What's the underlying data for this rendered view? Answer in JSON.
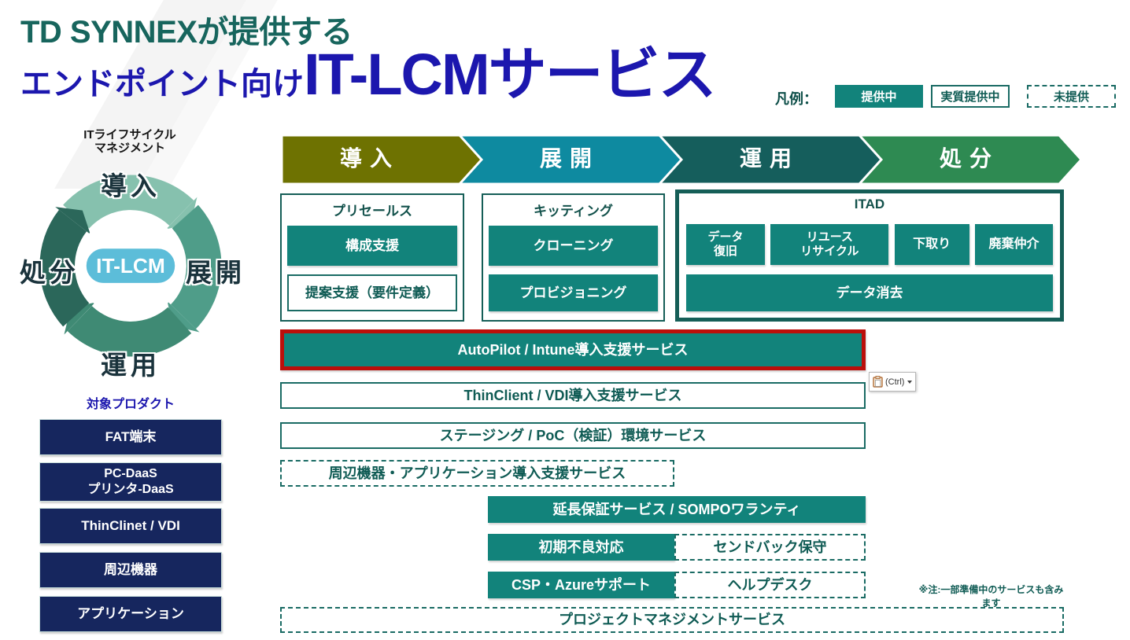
{
  "title": {
    "prefix": "TD SYNNEXが提供する",
    "sub": "エンドポイント向け",
    "main": "IT-LCMサービス"
  },
  "legend": {
    "label": "凡例：",
    "items": [
      {
        "label": "提供中",
        "status": "available"
      },
      {
        "label": "実質提供中",
        "status": "effectively-available"
      },
      {
        "label": "未提供",
        "status": "not-available"
      }
    ]
  },
  "lifecycle": {
    "caption": [
      "ITライフサイクル",
      "マネジメント"
    ],
    "center_label": "IT-LCM",
    "stages": [
      "導入",
      "展開",
      "運用",
      "処分"
    ]
  },
  "phases": [
    "導入",
    "展開",
    "運用",
    "処分"
  ],
  "presales": {
    "header": "プリセールス",
    "items": [
      {
        "label": "構成支援",
        "style": "filled"
      },
      {
        "label": "提案支援（要件定義）",
        "style": "outline"
      }
    ]
  },
  "kitting": {
    "header": "キッティング",
    "items": [
      {
        "label": "クローニング",
        "style": "filled"
      },
      {
        "label": "プロビジョニング",
        "style": "filled"
      }
    ]
  },
  "itad": {
    "header": "ITAD",
    "items": [
      {
        "lines": [
          "データ",
          "復旧"
        ]
      },
      {
        "lines": [
          "リユース",
          "リサイクル"
        ]
      },
      {
        "lines": [
          "下取り"
        ]
      },
      {
        "lines": [
          "廃棄仲介"
        ]
      }
    ],
    "wide": "データ消去"
  },
  "services": {
    "autopilot": "AutoPilot / Intune導入支援サービス",
    "thinclient": "ThinClient / VDI導入支援サービス",
    "staging": "ステージング / PoC（検証）環境サービス",
    "peripheral": "周辺機器・アプリケーション導入支援サービス",
    "warranty": "延長保証サービス / SOMPOワランティ",
    "initial_defect": "初期不良対応",
    "sendback": "センドバック保守",
    "csp": "CSP・Azureサポート",
    "helpdesk": "ヘルプデスク",
    "pm": "プロジェクトマネジメントサービス"
  },
  "note": "※注:一部準備中のサービスも含みます",
  "products": {
    "header": "対象プロダクト",
    "items": [
      {
        "lines": [
          "FAT端末"
        ]
      },
      {
        "lines": [
          "PC-DaaS",
          "プリンタ-DaaS"
        ]
      },
      {
        "lines": [
          "ThinClinet / VDI"
        ]
      },
      {
        "lines": [
          "周辺機器"
        ]
      },
      {
        "lines": [
          "アプリケーション"
        ]
      }
    ]
  },
  "paste_button": {
    "label": "(Ctrl)",
    "icon": "clipboard-icon"
  },
  "colors": {
    "teal_fill": "#12837B",
    "teal_border": "#1A6B64",
    "teal_text": "#0F5B54",
    "phase_olive": "#6E7201",
    "phase_teal_blue": "#0E8AA0",
    "phase_dark_teal": "#155E5C",
    "phase_green": "#2E8A52",
    "product_navy": "#16265E",
    "title_teal": "#17655D",
    "title_blue": "#1C17AE",
    "highlight_red": "#BB0F0B",
    "center_pill_blue": "#5CBDD9",
    "ring_arc_intro": "#86C1AE",
    "ring_arc_deploy": "#4F9D89",
    "ring_arc_operate": "#3F8A74",
    "ring_arc_dispose": "#2B675A"
  }
}
